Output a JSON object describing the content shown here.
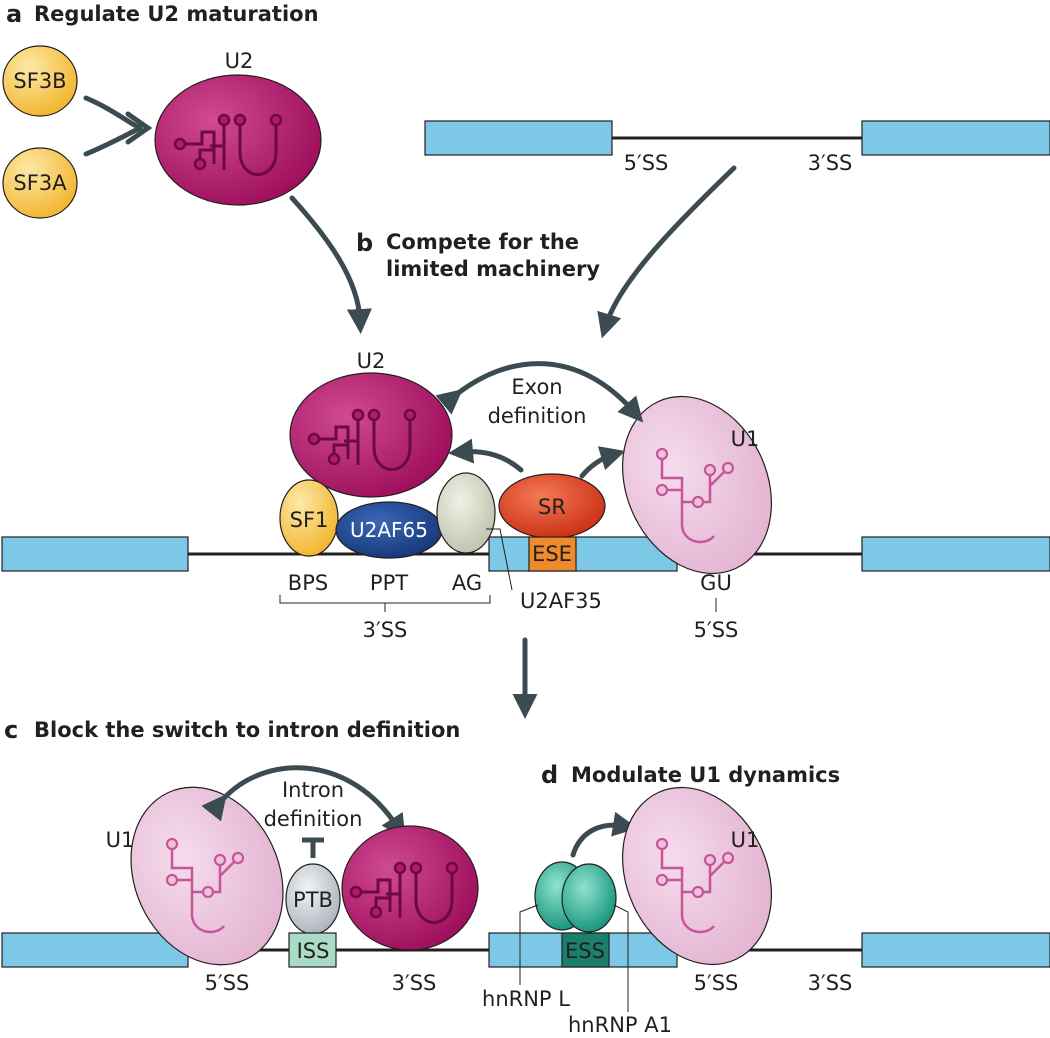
{
  "panel_a": {
    "letter": "a",
    "title": "Regulate U2 maturation",
    "sf3b": "SF3B",
    "sf3a": "SF3A",
    "u2": "U2"
  },
  "top_pre_mrna": {
    "ss5": "5′SS",
    "ss3": "3′SS"
  },
  "panel_b": {
    "letter": "b",
    "title_line1": "Compete for the",
    "title_line2": "limited machinery",
    "u2": "U2",
    "u1": "U1",
    "exon_def_line1": "Exon",
    "exon_def_line2": "definition",
    "sf1": "SF1",
    "u2af65": "U2AF65",
    "sr": "SR",
    "ese": "ESE",
    "bps": "BPS",
    "ppt": "PPT",
    "ag": "AG",
    "u2af35": "U2AF35",
    "ss3": "3′SS",
    "gu": "GU",
    "ss5": "5′SS"
  },
  "panel_c": {
    "letter": "c",
    "title": "Block the switch to intron definition",
    "u1": "U1",
    "u2": "U2",
    "intron_def_line1": "Intron",
    "intron_def_line2": "definition",
    "ptb": "PTB",
    "iss": "ISS",
    "ss5": "5′SS",
    "ss3": "3′SS"
  },
  "panel_d": {
    "letter": "d",
    "title": "Modulate U1 dynamics",
    "u1": "U1",
    "ess": "ESS",
    "hnrnp_l": "hnRNP L",
    "hnrnp_a1": "hnRNP A1",
    "ss5": "5′SS",
    "ss3": "3′SS"
  },
  "colors": {
    "exon": "#7dc8e6",
    "u2": "#b5186e",
    "u1": "#ebc3dc",
    "sf3": "#f5c342",
    "u2af65": "#1d3f8c",
    "u2af35": "#d3d5c4",
    "sr": "#d93a1f",
    "ese": "#ee8a2c",
    "ptb": "#c9cfd6",
    "iss": "#a8dcc6",
    "hnrnp": "#1fa58d",
    "ess": "#1a7f6c",
    "arrow": "#3c4a52"
  }
}
